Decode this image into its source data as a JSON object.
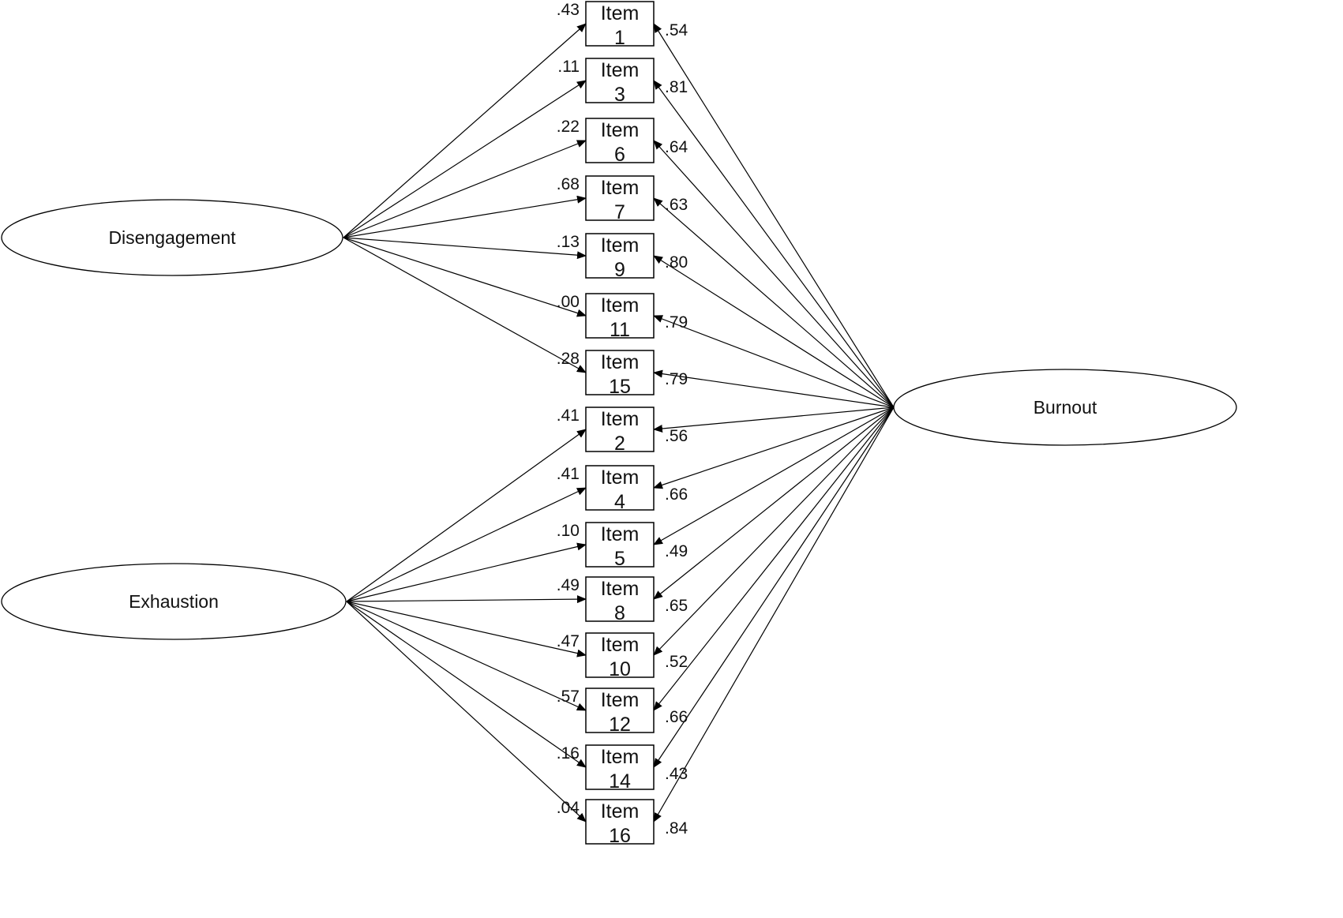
{
  "item_prefix": "Item",
  "factors": [
    {
      "id": "disengagement",
      "label": "Disengagement"
    },
    {
      "id": "exhaustion",
      "label": "Exhaustion"
    },
    {
      "id": "burnout",
      "label": "Burnout"
    }
  ],
  "items": [
    {
      "number": "1",
      "specific_factor": "disengagement",
      "specific_loading": ".43",
      "burnout_loading": ".54"
    },
    {
      "number": "3",
      "specific_factor": "disengagement",
      "specific_loading": ".11",
      "burnout_loading": ".81"
    },
    {
      "number": "6",
      "specific_factor": "disengagement",
      "specific_loading": ".22",
      "burnout_loading": ".64"
    },
    {
      "number": "7",
      "specific_factor": "disengagement",
      "specific_loading": ".68",
      "burnout_loading": ".63"
    },
    {
      "number": "9",
      "specific_factor": "disengagement",
      "specific_loading": ".13",
      "burnout_loading": ".80"
    },
    {
      "number": "11",
      "specific_factor": "disengagement",
      "specific_loading": ".00",
      "burnout_loading": ".79"
    },
    {
      "number": "15",
      "specific_factor": "disengagement",
      "specific_loading": ".28",
      "burnout_loading": ".79"
    },
    {
      "number": "2",
      "specific_factor": "exhaustion",
      "specific_loading": ".41",
      "burnout_loading": ".56"
    },
    {
      "number": "4",
      "specific_factor": "exhaustion",
      "specific_loading": ".41",
      "burnout_loading": ".66"
    },
    {
      "number": "5",
      "specific_factor": "exhaustion",
      "specific_loading": ".10",
      "burnout_loading": ".49"
    },
    {
      "number": "8",
      "specific_factor": "exhaustion",
      "specific_loading": ".49",
      "burnout_loading": ".65"
    },
    {
      "number": "10",
      "specific_factor": "exhaustion",
      "specific_loading": ".47",
      "burnout_loading": ".52"
    },
    {
      "number": "12",
      "specific_factor": "exhaustion",
      "specific_loading": ".57",
      "burnout_loading": ".66"
    },
    {
      "number": "14",
      "specific_factor": "exhaustion",
      "specific_loading": ".16",
      "burnout_loading": ".43"
    },
    {
      "number": "16",
      "specific_factor": "exhaustion",
      "specific_loading": ".04",
      "burnout_loading": ".84"
    }
  ]
}
